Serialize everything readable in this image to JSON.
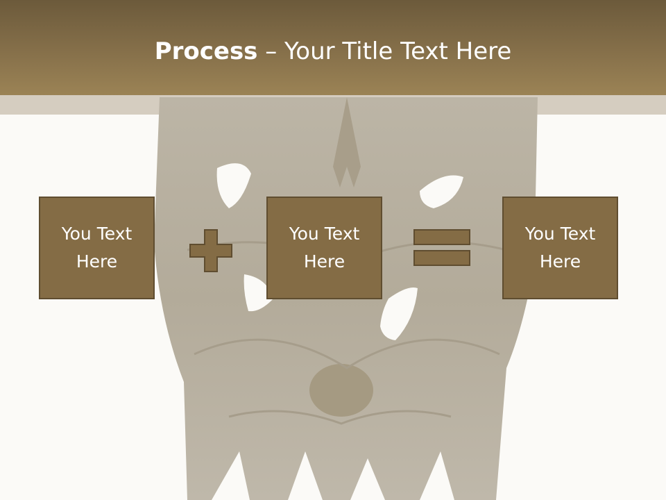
{
  "slide": {
    "title_bold": "Process",
    "title_rest": " – Your Title Text Here"
  },
  "process": {
    "box_1": "You Text Here",
    "box_2": "You Text Here",
    "box_3": "You Text Here",
    "operator_1": "plus-icon",
    "operator_2": "equals-icon"
  },
  "colors": {
    "header": "#86704a",
    "accent_strip": "#d5cdc0",
    "box_fill": "#846c45",
    "box_border": "#5f4d30",
    "background": "#fbfaf7"
  }
}
